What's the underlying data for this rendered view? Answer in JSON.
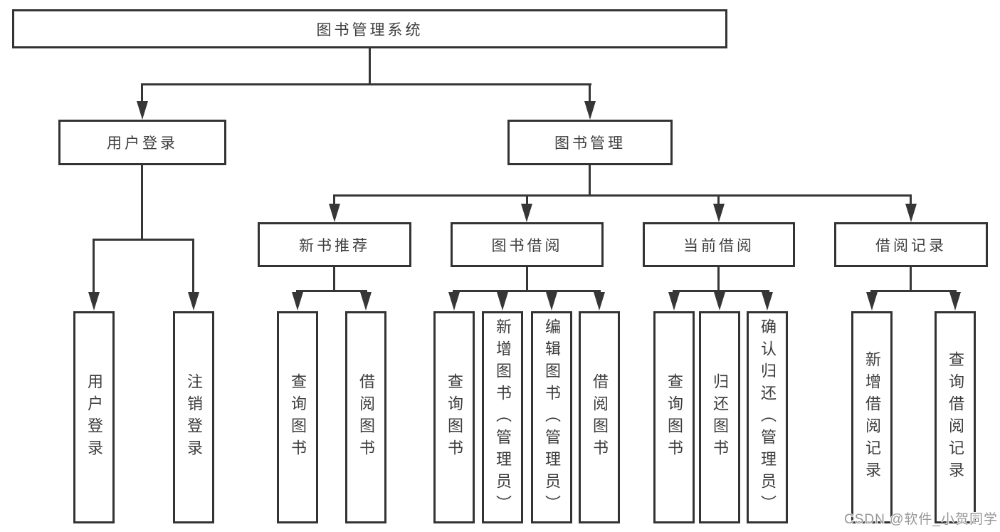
{
  "title": {
    "label": "图书管理系统"
  },
  "level2": [
    {
      "label": "用户登录"
    },
    {
      "label": "图书管理"
    }
  ],
  "level3": [
    {
      "label": "新书推荐"
    },
    {
      "label": "图书借阅"
    },
    {
      "label": "当前借阅"
    },
    {
      "label": "借阅记录"
    }
  ],
  "leaves": [
    {
      "label": "用户登录"
    },
    {
      "label": "注销登录"
    },
    {
      "label": "查询图书"
    },
    {
      "label": "借阅图书"
    },
    {
      "label": "查询图书"
    },
    {
      "label": "新增图书（管理员）"
    },
    {
      "label": "编辑图书（管理员）"
    },
    {
      "label": "借阅图书"
    },
    {
      "label": "查询图书"
    },
    {
      "label": "归还图书"
    },
    {
      "label": "确认归还（管理员）"
    },
    {
      "label": "新增借阅记录"
    },
    {
      "label": "查询借阅记录"
    }
  ],
  "watermark": {
    "text": "CSDN @软件_小贺同学"
  },
  "colors": {
    "line": "#363636",
    "text": "#3d3d3d",
    "watermark": "#979797",
    "background": "#ffffff"
  }
}
